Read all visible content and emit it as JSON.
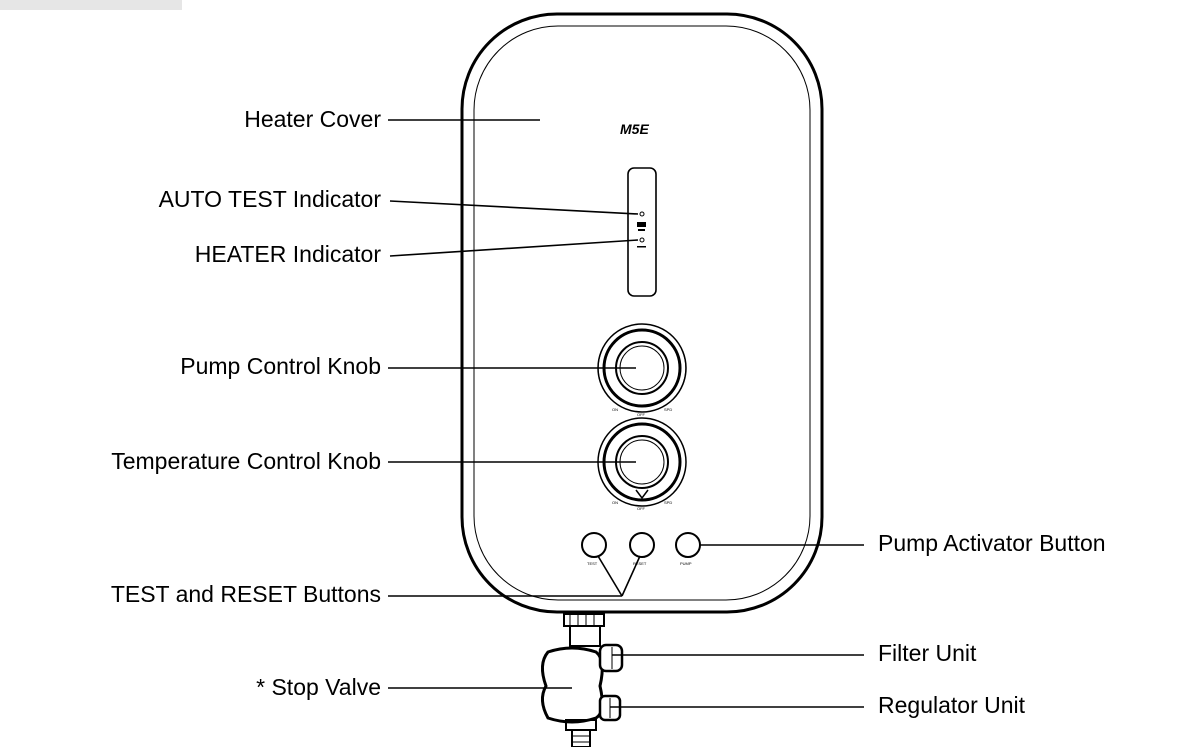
{
  "brand_mark": "M5E",
  "labels": {
    "heater_cover": "Heater Cover",
    "auto_test_indicator": "AUTO TEST Indicator",
    "heater_indicator": "HEATER Indicator",
    "pump_control_knob": "Pump Control Knob",
    "temperature_control_knob": "Temperature Control Knob",
    "test_reset_buttons": "TEST and RESET Buttons",
    "stop_valve": "* Stop Valve",
    "pump_activator_button": "Pump Activator Button",
    "filter_unit": "Filter Unit",
    "regulator_unit": "Regulator Unit"
  }
}
